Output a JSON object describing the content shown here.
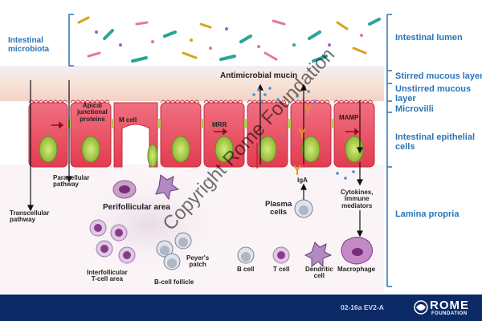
{
  "labels": {
    "intestinal_microbiota": "Intestinal\nmicrobiota",
    "antimicrobial_mucin": "Antimicrobial mucin",
    "apical_junctional_proteins": "Apical\njunctional\nproteins",
    "m_cell": "M cell",
    "mrr": "MRR",
    "mamp": "MAMP",
    "paracellular_pathway": "Paracellular\npathway",
    "transcellular_pathway": "Transcellular\npathway",
    "perifollicular_area": "Perifollicular area",
    "iga": "IgA",
    "plasma_cells": "Plasma\ncells",
    "cytokines": "Cytokines,\nImmune\nmediators",
    "interfollicular": "Interfollicular\nT-cell area",
    "peyers_patch": "Peyer's\npatch",
    "b_cell_follicle": "B-cell follicle",
    "b_cell": "B cell",
    "t_cell": "T cell",
    "dendritic_cell": "Dendritic\ncell",
    "macrophage": "Macrophage"
  },
  "layers": {
    "intestinal_lumen": "Intestinal lumen",
    "stirred_mucous": "Stirred mucous layer",
    "unstirred_mucous": "Unstirred mucous\nlayer",
    "microvilli": "Microvilli",
    "epithelial_cells": "Intestinal epithelial\ncells",
    "lamina_propria": "Lamina propria"
  },
  "footer": {
    "code": "02-16a  EV2-A",
    "logo": "ROME",
    "logo_sub": "FOUNDATION"
  },
  "watermark": "Copyright Rome Foundation",
  "colors": {
    "label_blue": "#2a74b8",
    "cell_red": "#e8485a",
    "nucleus_green": "#9ccc3a",
    "footer_navy": "#0b2a66"
  }
}
